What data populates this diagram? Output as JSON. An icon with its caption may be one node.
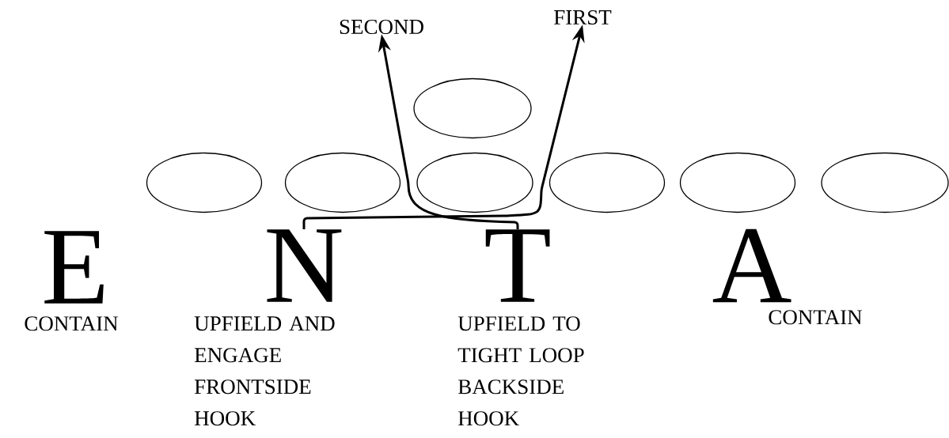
{
  "diagram": {
    "nodes": [
      {
        "text": [
          "SECOND"
        ]
      },
      {
        "text": [
          "FIRST"
        ]
      },
      {
        "text": [],
        "shape": "ellipse"
      },
      {
        "text": [],
        "shape": "ellipse"
      },
      {
        "text": [],
        "shape": "ellipse"
      },
      {
        "text": [],
        "shape": "ellipse"
      },
      {
        "text": [],
        "shape": "ellipse"
      },
      {
        "text": [],
        "shape": "ellipse"
      },
      {
        "text": [],
        "shape": "ellipse"
      },
      {
        "text": [
          "E"
        ],
        "beside": [
          "CONTAIN"
        ]
      },
      {
        "text": [
          "N"
        ],
        "beside": [
          "UPFIELD AND ENGAGE FRONTSIDE HOOK"
        ]
      },
      {
        "text": [
          "T"
        ],
        "beside": [
          "UPFIELD TO TIGHT LOOP BACKSIDE HOOK"
        ]
      },
      {
        "text": [
          "A"
        ],
        "beside": [
          "CONTAIN"
        ]
      }
    ],
    "edges": [
      {
        "from": 10,
        "to": 1,
        "arrow": "to"
      },
      {
        "from": 11,
        "to": 0,
        "arrow": "to"
      }
    ]
  }
}
